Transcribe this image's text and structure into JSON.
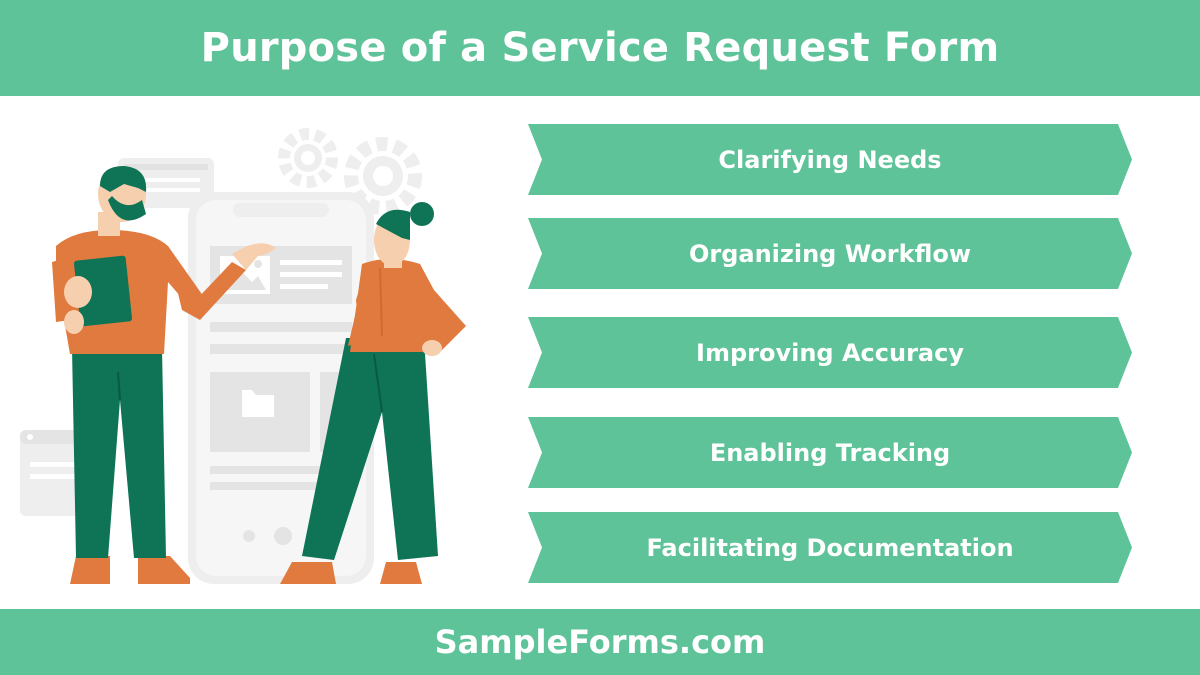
{
  "header": {
    "title": "Purpose of a Service Request Form"
  },
  "purposes": [
    {
      "label": "Clarifying Needs"
    },
    {
      "label": "Organizing Workflow"
    },
    {
      "label": "Improving Accuracy"
    },
    {
      "label": "Enabling Tracking"
    },
    {
      "label": "Facilitating Documentation"
    }
  ],
  "footer": {
    "brand": "SampleForms.com"
  },
  "colors": {
    "accent": "#5fc39a",
    "dark_green": "#0e7455",
    "orange": "#e07a3f",
    "skin": "#f5cfae",
    "light_gray": "#eeeeee"
  },
  "illustration": {
    "subject": "two-people-discussing-phone-app",
    "icons": [
      "gear-icon",
      "image-icon",
      "folder-icon",
      "tablet-icon"
    ]
  }
}
